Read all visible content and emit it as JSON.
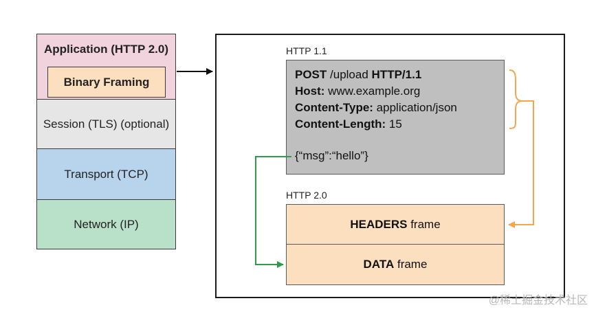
{
  "stack": {
    "application": {
      "label": "Application (HTTP 2.0)",
      "color": "#f0d3dc"
    },
    "binary_framing": {
      "label": "Binary Framing",
      "color": "#fbdfbf"
    },
    "session": {
      "label": "Session (TLS) (optional)",
      "color": "#e6e6e6"
    },
    "transport": {
      "label": "Transport (TCP)",
      "color": "#b8d3ec"
    },
    "network": {
      "label": "Network (IP)",
      "color": "#b9e0c9"
    }
  },
  "http11": {
    "title": "HTTP 1.1",
    "line1_method": "POST",
    "line1_path": " /upload ",
    "line1_version": "HTTP/1.1",
    "host_key": "Host:",
    "host_val": " www.example.org",
    "ctype_key": "Content-Type:",
    "ctype_val": " application/json",
    "clen_key": "Content-Length:",
    "clen_val": " 15",
    "body": "{“msg”:“hello”}"
  },
  "http2": {
    "title": "HTTP 2.0",
    "headers_bold": "HEADERS",
    "headers_rest": " frame",
    "data_bold": "DATA",
    "data_rest": " frame"
  },
  "colors": {
    "headers_arrow": "#f5a64a",
    "data_arrow": "#2e9a4a",
    "frame_fill": "#fbdfbf"
  },
  "watermark": "@稀土掘金技术社区"
}
